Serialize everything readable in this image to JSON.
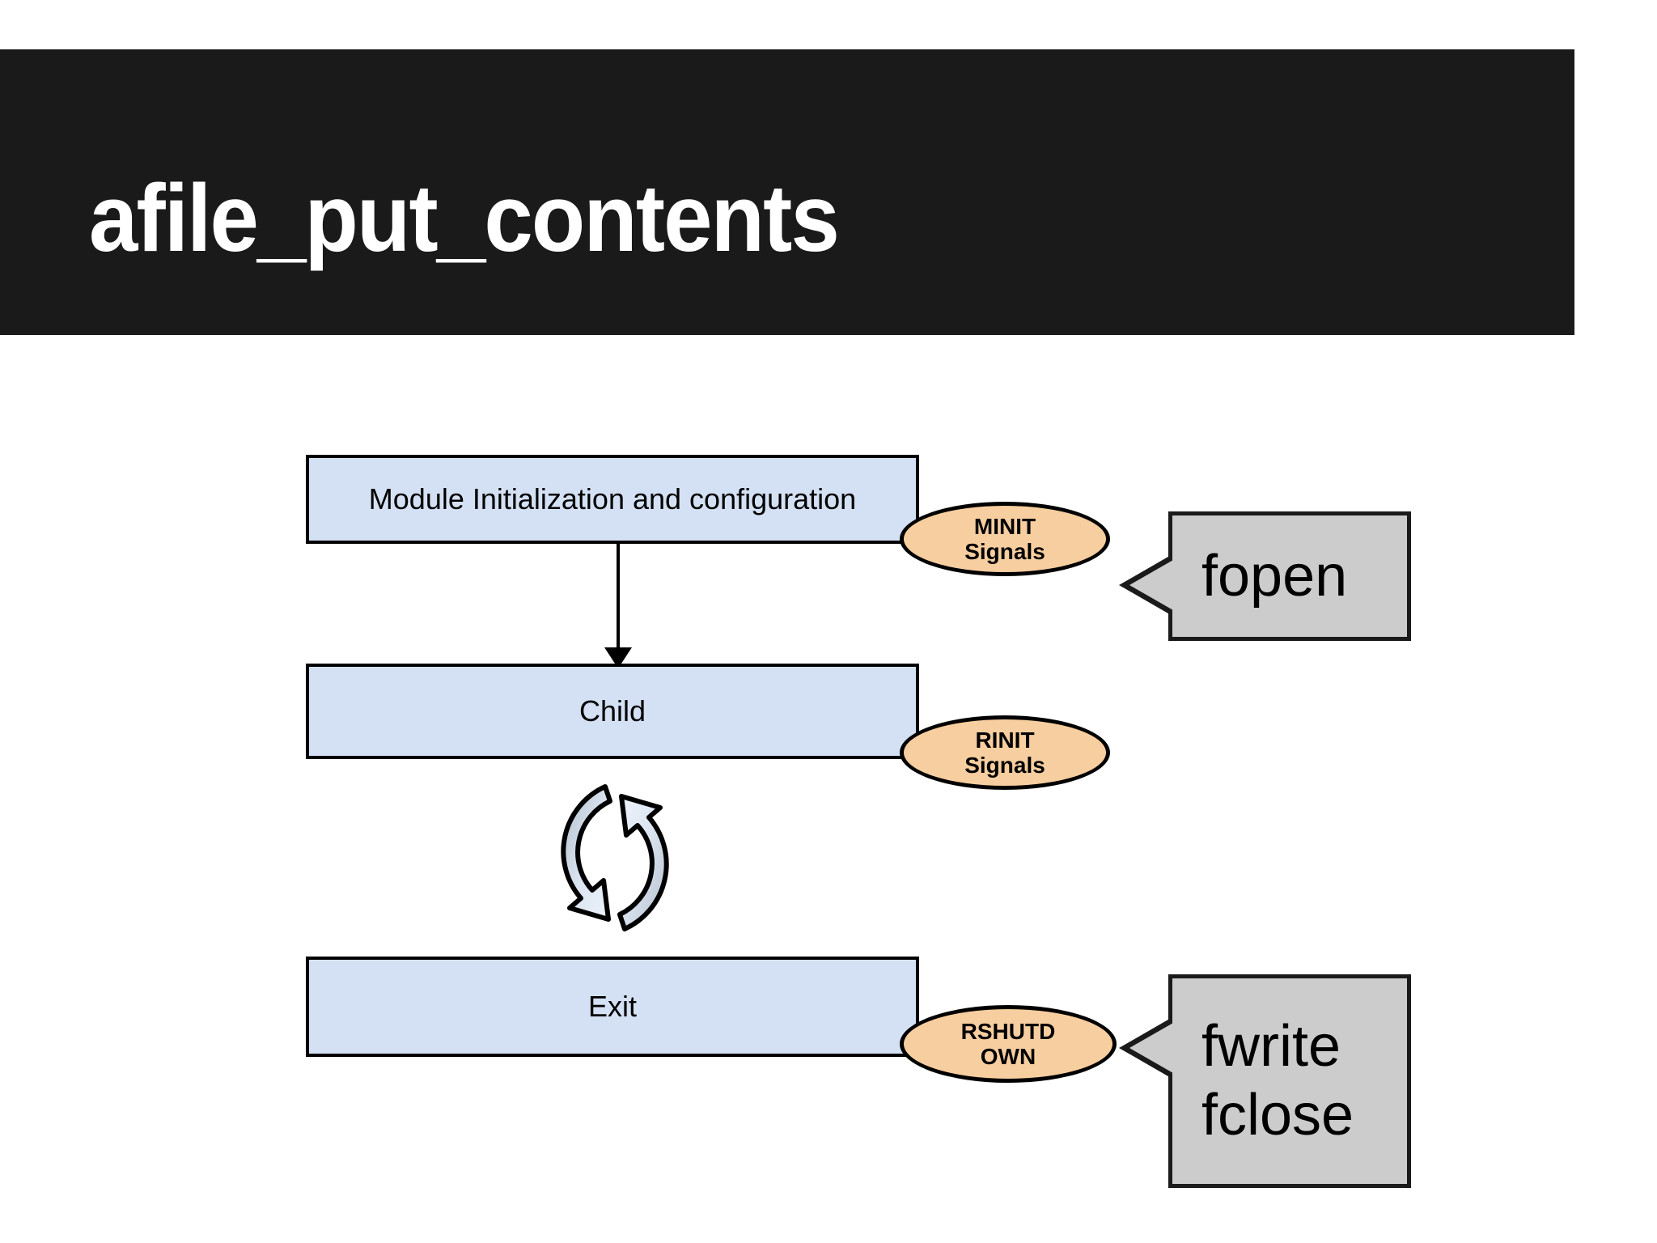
{
  "slide": {
    "title": "afile_put_contents",
    "banner_color": "#1a1a1a",
    "title_color": "#ffffff",
    "background_color": "#ffffff"
  },
  "diagram": {
    "type": "flowchart",
    "accent_colors": {
      "process_fill": "#d4e1f4",
      "process_border": "#000000",
      "phase_fill": "#f7ce9f",
      "callout_fill": "#cccccc",
      "loop_fill": "#c3cdd8"
    },
    "process_boxes": [
      {
        "id": "module-init",
        "label": "Module Initialization and configuration"
      },
      {
        "id": "child",
        "label": "Child"
      },
      {
        "id": "exit",
        "label": "Exit"
      }
    ],
    "phase_ellipses": [
      {
        "id": "minit",
        "line1": "MINIT",
        "line2": "Signals"
      },
      {
        "id": "rinit",
        "line1": "RINIT",
        "line2": "Signals"
      },
      {
        "id": "rshutdown",
        "line1": "RSHUTD",
        "line2": "OWN"
      }
    ],
    "callouts": [
      {
        "id": "fopen",
        "lines": [
          "fopen"
        ]
      },
      {
        "id": "fwrite-fclose",
        "lines": [
          "fwrite",
          "fclose"
        ]
      }
    ],
    "icons": [
      {
        "id": "loop",
        "name": "circular-arrows-loop-icon"
      }
    ],
    "connectors": [
      {
        "from": "module-init",
        "to": "child",
        "style": "down-arrow"
      }
    ]
  }
}
